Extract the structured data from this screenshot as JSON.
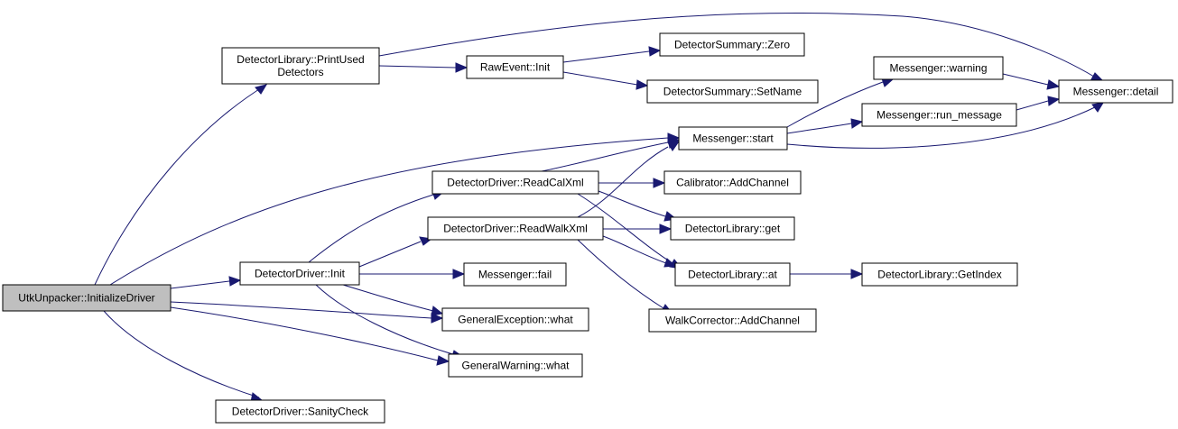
{
  "colors": {
    "edge": "#191970",
    "node_fill": "#ffffff",
    "root_fill": "#bfbfbf",
    "border": "#000000"
  },
  "nodes": {
    "utk_init_driver": {
      "lines": [
        "UtkUnpacker::InitializeDriver"
      ],
      "root": true
    },
    "printused": {
      "lines": [
        "DetectorLibrary::PrintUsed",
        "Detectors"
      ]
    },
    "rawevent_init": {
      "lines": [
        "RawEvent::Init"
      ]
    },
    "summary_zero": {
      "lines": [
        "DetectorSummary::Zero"
      ]
    },
    "summary_setname": {
      "lines": [
        "DetectorSummary::SetName"
      ]
    },
    "msg_warning": {
      "lines": [
        "Messenger::warning"
      ]
    },
    "msg_detail": {
      "lines": [
        "Messenger::detail"
      ]
    },
    "msg_run": {
      "lines": [
        "Messenger::run_message"
      ]
    },
    "msg_start": {
      "lines": [
        "Messenger::start"
      ]
    },
    "dd_readcal": {
      "lines": [
        "DetectorDriver::ReadCalXml"
      ]
    },
    "cal_addchannel": {
      "lines": [
        "Calibrator::AddChannel"
      ]
    },
    "dd_readwalk": {
      "lines": [
        "DetectorDriver::ReadWalkXml"
      ]
    },
    "lib_get": {
      "lines": [
        "DetectorLibrary::get"
      ]
    },
    "dd_init": {
      "lines": [
        "DetectorDriver::Init"
      ]
    },
    "msg_fail": {
      "lines": [
        "Messenger::fail"
      ]
    },
    "lib_at": {
      "lines": [
        "DetectorLibrary::at"
      ]
    },
    "lib_getindex": {
      "lines": [
        "DetectorLibrary::GetIndex"
      ]
    },
    "walk_addchannel": {
      "lines": [
        "WalkCorrector::AddChannel"
      ]
    },
    "gen_exception": {
      "lines": [
        "GeneralException::what"
      ]
    },
    "gen_warning": {
      "lines": [
        "GeneralWarning::what"
      ]
    },
    "dd_sanity": {
      "lines": [
        "DetectorDriver::SanityCheck"
      ]
    }
  },
  "edges": [
    [
      "utk_init_driver",
      "printused"
    ],
    [
      "utk_init_driver",
      "msg_start"
    ],
    [
      "utk_init_driver",
      "dd_init"
    ],
    [
      "utk_init_driver",
      "gen_exception"
    ],
    [
      "utk_init_driver",
      "gen_warning"
    ],
    [
      "utk_init_driver",
      "dd_sanity"
    ],
    [
      "printused",
      "rawevent_init"
    ],
    [
      "printused",
      "msg_detail"
    ],
    [
      "rawevent_init",
      "summary_zero"
    ],
    [
      "rawevent_init",
      "summary_setname"
    ],
    [
      "msg_start",
      "msg_warning"
    ],
    [
      "msg_start",
      "msg_run"
    ],
    [
      "msg_start",
      "msg_detail"
    ],
    [
      "msg_warning",
      "msg_detail"
    ],
    [
      "msg_run",
      "msg_detail"
    ],
    [
      "dd_init",
      "dd_readcal"
    ],
    [
      "dd_init",
      "dd_readwalk"
    ],
    [
      "dd_init",
      "msg_fail"
    ],
    [
      "dd_init",
      "gen_exception"
    ],
    [
      "dd_init",
      "gen_warning"
    ],
    [
      "dd_readcal",
      "msg_start"
    ],
    [
      "dd_readcal",
      "cal_addchannel"
    ],
    [
      "dd_readcal",
      "lib_get"
    ],
    [
      "dd_readcal",
      "lib_at"
    ],
    [
      "dd_readwalk",
      "msg_start"
    ],
    [
      "dd_readwalk",
      "lib_get"
    ],
    [
      "dd_readwalk",
      "lib_at"
    ],
    [
      "dd_readwalk",
      "walk_addchannel"
    ],
    [
      "lib_at",
      "lib_getindex"
    ]
  ]
}
